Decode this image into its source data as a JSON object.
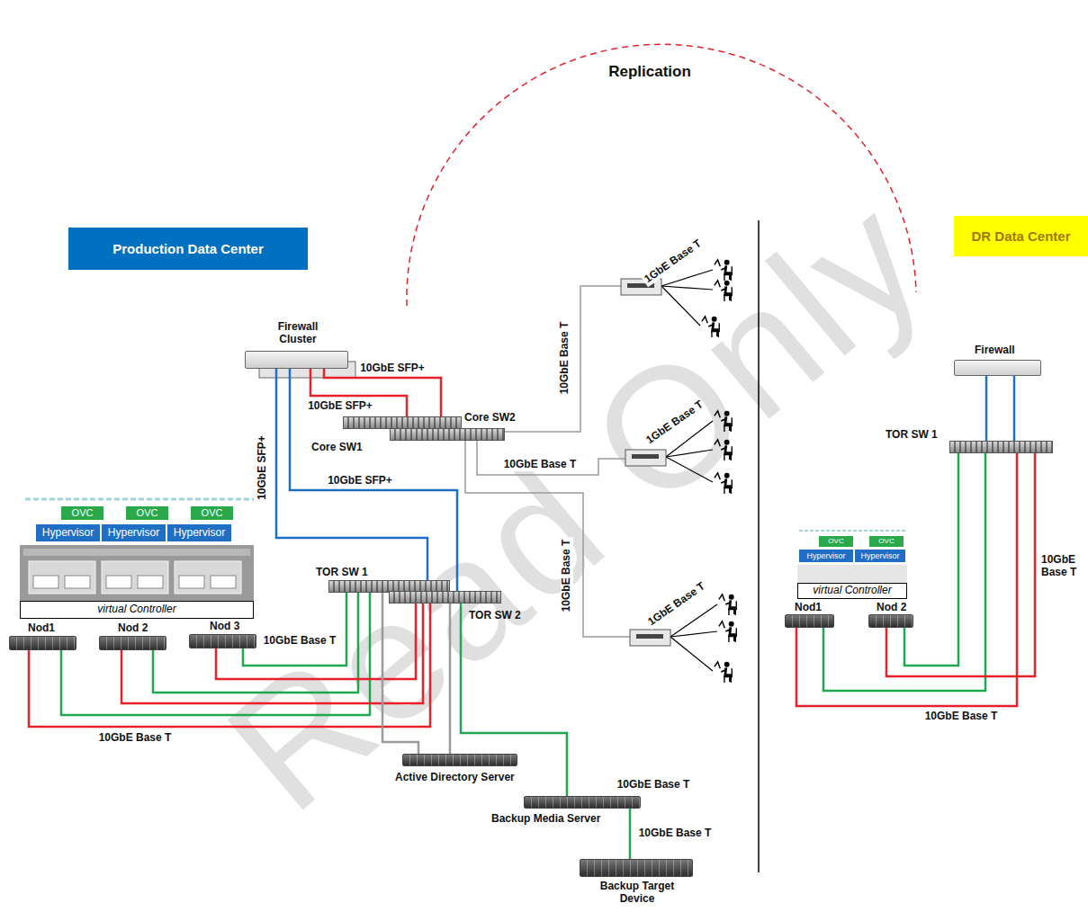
{
  "diagram": {
    "nodes": [
      {
        "text": [
          "Production Data Center"
        ]
      },
      {
        "text": [
          "DR Data Center"
        ]
      },
      {
        "text": [
          "Firewall Cluster"
        ]
      },
      {
        "text": [
          "Core SW1"
        ]
      },
      {
        "text": [
          "Core SW2"
        ]
      },
      {
        "text": [
          "OVC"
        ]
      },
      {
        "text": [
          "OVC"
        ]
      },
      {
        "text": [
          "OVC"
        ]
      },
      {
        "text": [
          "Hypervisor"
        ]
      },
      {
        "text": [
          "Hypervisor"
        ]
      },
      {
        "text": [
          "Hypervisor"
        ]
      },
      {
        "text": [
          "virtual Controller"
        ]
      },
      {
        "text": [
          "Nod1"
        ]
      },
      {
        "text": [
          "Nod 2"
        ]
      },
      {
        "text": [
          "Nod 3"
        ]
      },
      {
        "text": [
          "TOR SW 1"
        ]
      },
      {
        "text": [
          "TOR SW 2"
        ]
      },
      {
        "text": [
          "Active Directory Server"
        ]
      },
      {
        "text": [
          "Backup Media Server"
        ]
      },
      {
        "text": [
          "Backup Target Device"
        ]
      },
      {
        "text": [
          "Firewall"
        ]
      },
      {
        "text": [
          "TOR SW 1"
        ]
      },
      {
        "text": [
          "OVC"
        ]
      },
      {
        "text": [
          "OVC"
        ]
      },
      {
        "text": [
          "Hypervisor"
        ]
      },
      {
        "text": [
          "Hypervisor"
        ]
      },
      {
        "text": [
          "virtual Controller"
        ]
      },
      {
        "text": [
          "Nod1"
        ]
      },
      {
        "text": [
          "Nod 2"
        ]
      }
    ],
    "edges": [
      {
        "from": 2,
        "to": 3,
        "arrow": "none",
        "label": "10GbE SFP+"
      },
      {
        "from": 2,
        "to": 4,
        "arrow": "none",
        "label": "10GbE SFP+"
      },
      {
        "from": 2,
        "to": 15,
        "arrow": "none",
        "label": "10GbE SFP+"
      },
      {
        "from": 2,
        "to": 16,
        "arrow": "none",
        "label": "10GbE SFP+"
      },
      {
        "from": 12,
        "to": 15,
        "arrow": "none"
      },
      {
        "from": 12,
        "to": 16,
        "arrow": "none",
        "label": "10GbE Base T"
      },
      {
        "from": 13,
        "to": 15,
        "arrow": "none"
      },
      {
        "from": 13,
        "to": 16,
        "arrow": "none"
      },
      {
        "from": 14,
        "to": 15,
        "arrow": "none",
        "label": "10GbE Base T"
      },
      {
        "from": 14,
        "to": 16,
        "arrow": "none"
      },
      {
        "from": 17,
        "to": 15,
        "arrow": "none"
      },
      {
        "from": 17,
        "to": 16,
        "arrow": "none"
      },
      {
        "from": 16,
        "to": 18,
        "arrow": "none",
        "label": "10GbE Base T"
      },
      {
        "from": 18,
        "to": 19,
        "arrow": "none",
        "label": "10GbE Base T"
      },
      {
        "from": 20,
        "to": 21,
        "arrow": "none"
      },
      {
        "from": 20,
        "to": 21,
        "arrow": "none"
      },
      {
        "from": 27,
        "to": 21,
        "arrow": "none"
      },
      {
        "from": 27,
        "to": 21,
        "arrow": "none",
        "label": "10GbE Base T"
      },
      {
        "from": 28,
        "to": 21,
        "arrow": "none"
      },
      {
        "from": 28,
        "to": 21,
        "arrow": "none",
        "label": "10GbE Base T"
      }
    ],
    "labels": [
      "Replication",
      "10GbE Base T",
      "10GbE Base T",
      "10GbE Base T",
      "1GbE Base T",
      "1GbE Base T",
      "1GbE Base T",
      "Read Only"
    ]
  }
}
